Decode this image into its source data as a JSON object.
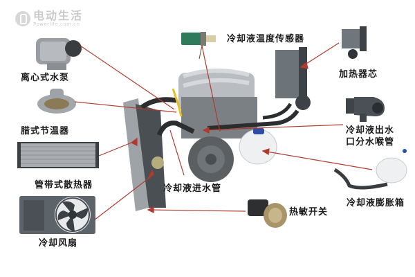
{
  "watermark": {
    "brand": "电动生活",
    "url": "Powerlife.com.cn"
  },
  "diagram": {
    "title": "",
    "leader_color": "#b03a2e",
    "components": [
      {
        "id": "water-pump",
        "label": "离心式水泵"
      },
      {
        "id": "thermostat",
        "label": "腊式节温器"
      },
      {
        "id": "radiator",
        "label": "管带式散热器"
      },
      {
        "id": "cooling-fan",
        "label": "冷却风扇"
      },
      {
        "id": "coolant-temp-sensor",
        "label": "冷却液温度传感器"
      },
      {
        "id": "heater-core",
        "label": "加热器芯"
      },
      {
        "id": "coolant-outlet",
        "label": "冷却液出水\n口分水喉管"
      },
      {
        "id": "coolant-inlet-pipe",
        "label": "冷却液进水管"
      },
      {
        "id": "expansion-tank",
        "label": "冷却液膨胀箱"
      },
      {
        "id": "thermo-switch",
        "label": "热敏开关"
      }
    ]
  }
}
